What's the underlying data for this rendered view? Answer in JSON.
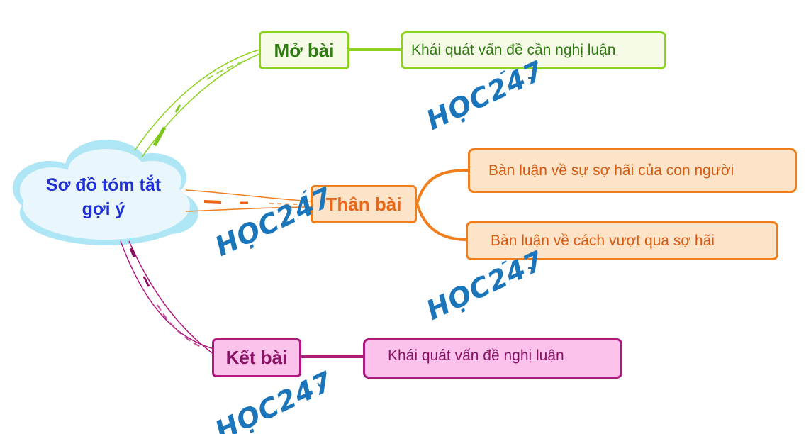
{
  "diagram": {
    "root": {
      "line1": "Sơ đồ tóm tắt",
      "line2": "gợi ý"
    },
    "branches": [
      {
        "id": "mo-bai",
        "label": "Mở bài",
        "color": "#8dd21f",
        "text_color": "#2f7a12",
        "fill": "#f6fbe7",
        "children": [
          "Khái quát vấn đề cần nghị luận"
        ]
      },
      {
        "id": "than-bai",
        "label": "Thân bài",
        "color": "#f07e1c",
        "text_color": "#e8661a",
        "fill": "#fde4c8",
        "children": [
          "Bàn luận về sự sợ hãi của con người",
          "Bàn luận về cách vượt qua sợ hãi"
        ]
      },
      {
        "id": "ket-bai",
        "label": "Kết bài",
        "color": "#b0177f",
        "text_color": "#8a1265",
        "fill": "#fbc2ec",
        "children": [
          "Khái quát vấn đề nghị luận"
        ]
      }
    ],
    "watermark": "HỌC247"
  },
  "colors": {
    "root_text": "#1f2fd6",
    "cloud_fill": "#e9f6fb",
    "cloud_glow": "#8fd8f0",
    "watermark": "#1b75bb"
  }
}
